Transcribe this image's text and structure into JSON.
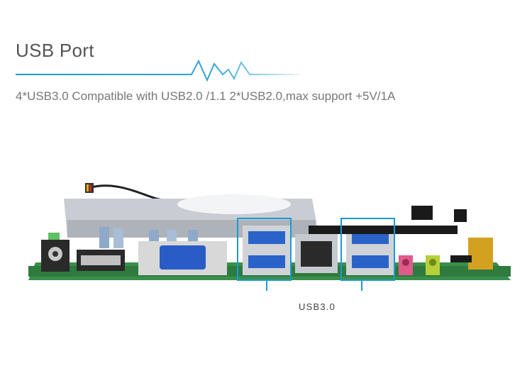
{
  "header": {
    "title": "USB Port",
    "subtitle": "4*USB3.0 Compatible with USB2.0 /1.1  2*USB2.0,max support +5V/1A"
  },
  "callout": {
    "label": "USB3.0"
  },
  "colors": {
    "accent": "#1a9ad6",
    "usb3_blue": "#2a63c8",
    "pcb_green": "#3a8f4a"
  }
}
